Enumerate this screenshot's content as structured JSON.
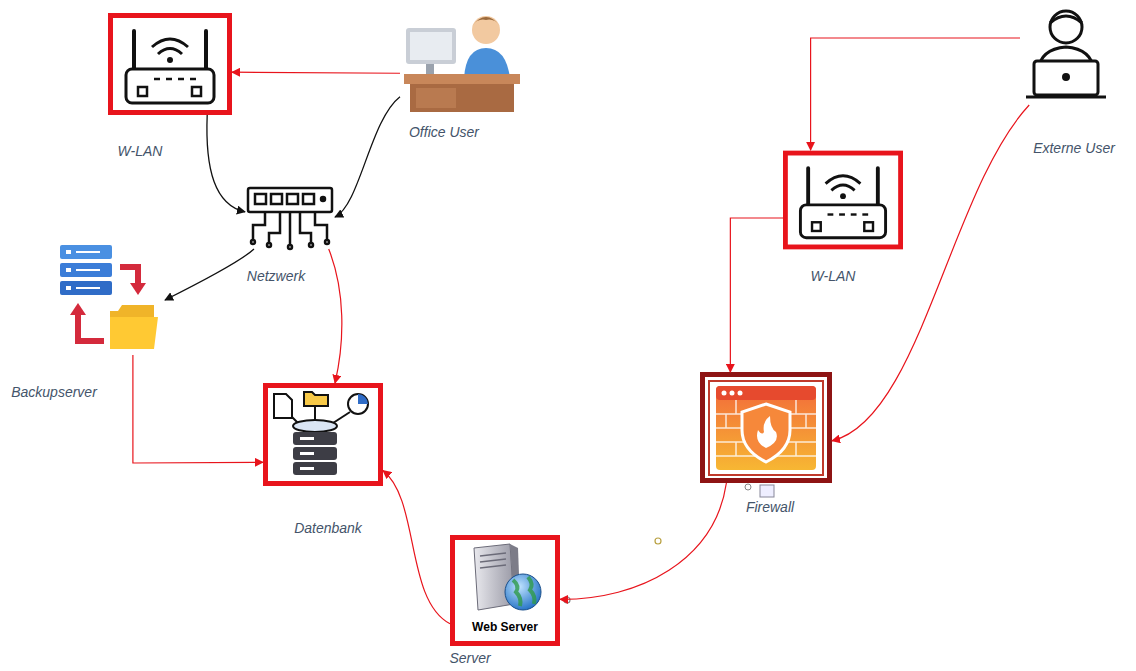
{
  "diagram": {
    "nodes": [
      {
        "text": [
          "W-LAN"
        ]
      },
      {
        "text": [
          "Office User"
        ]
      },
      {
        "text": [
          "Externe User"
        ]
      },
      {
        "text": [
          "Netzwerk"
        ]
      },
      {
        "text": [
          "W-LAN"
        ]
      },
      {
        "text": [
          "Backupserver"
        ]
      },
      {
        "text": [
          "Datenbank"
        ]
      },
      {
        "text": [
          "Firewall"
        ]
      },
      {
        "text": [
          "Web Server",
          "Server"
        ]
      }
    ],
    "edges": [
      {
        "from": 1,
        "to": 0,
        "arrow": "to"
      },
      {
        "from": 0,
        "to": 3,
        "arrow": "to"
      },
      {
        "from": 1,
        "to": 3,
        "arrow": "to"
      },
      {
        "from": 3,
        "to": 5,
        "arrow": "to"
      },
      {
        "from": 3,
        "to": 6,
        "arrow": "to"
      },
      {
        "from": 5,
        "to": 6,
        "arrow": "to"
      },
      {
        "from": 2,
        "to": 4,
        "arrow": "to"
      },
      {
        "from": 2,
        "to": 7,
        "arrow": "to"
      },
      {
        "from": 4,
        "to": 7,
        "arrow": "to"
      },
      {
        "from": 7,
        "to": 8,
        "arrow": "to"
      },
      {
        "from": 8,
        "to": 6,
        "arrow": "to"
      }
    ]
  }
}
